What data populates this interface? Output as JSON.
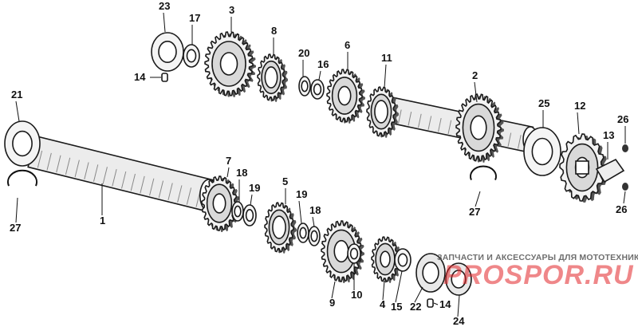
{
  "watermark": {
    "text": "ЗАПЧАСТИ И АКСЕССУАРЫ ДЛЯ МОТОТЕХНИКИ",
    "logo": "PROSPOR.RU",
    "color": "#e2262a"
  },
  "parts": [
    {
      "id": "p1",
      "label": "1"
    },
    {
      "id": "p2",
      "label": "2"
    },
    {
      "id": "p3",
      "label": "3"
    },
    {
      "id": "p4",
      "label": "4"
    },
    {
      "id": "p5",
      "label": "5"
    },
    {
      "id": "p6",
      "label": "6"
    },
    {
      "id": "p7",
      "label": "7"
    },
    {
      "id": "p8",
      "label": "8"
    },
    {
      "id": "p9",
      "label": "9"
    },
    {
      "id": "p10",
      "label": "10"
    },
    {
      "id": "p11",
      "label": "11"
    },
    {
      "id": "p12",
      "label": "12"
    },
    {
      "id": "p13",
      "label": "13"
    },
    {
      "id": "p14a",
      "label": "14"
    },
    {
      "id": "p14b",
      "label": "14"
    },
    {
      "id": "p15",
      "label": "15"
    },
    {
      "id": "p16",
      "label": "16"
    },
    {
      "id": "p17",
      "label": "17"
    },
    {
      "id": "p18a",
      "label": "18"
    },
    {
      "id": "p18b",
      "label": "18"
    },
    {
      "id": "p19a",
      "label": "19"
    },
    {
      "id": "p19b",
      "label": "19"
    },
    {
      "id": "p20",
      "label": "20"
    },
    {
      "id": "p21",
      "label": "21"
    },
    {
      "id": "p22",
      "label": "22"
    },
    {
      "id": "p23",
      "label": "23"
    },
    {
      "id": "p24",
      "label": "24"
    },
    {
      "id": "p25",
      "label": "25"
    },
    {
      "id": "p26a",
      "label": "26"
    },
    {
      "id": "p26b",
      "label": "26"
    },
    {
      "id": "p27a",
      "label": "27"
    },
    {
      "id": "p27b",
      "label": "27"
    }
  ]
}
